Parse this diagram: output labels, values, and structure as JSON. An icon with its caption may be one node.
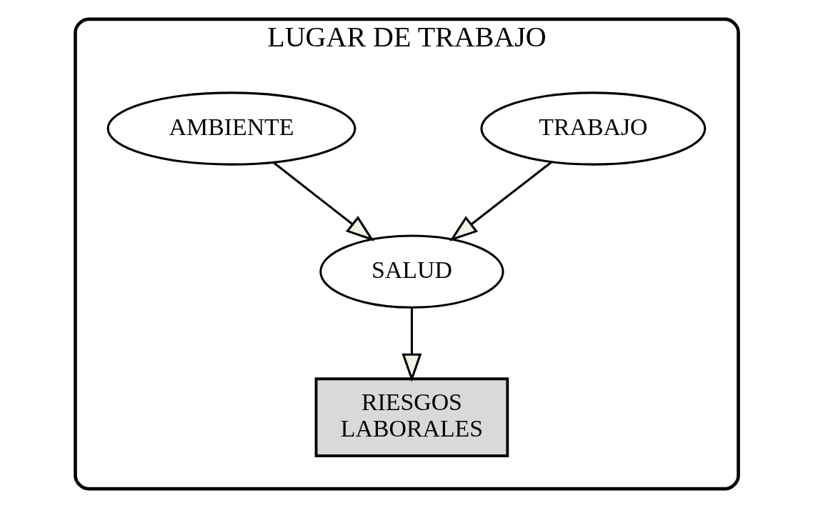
{
  "diagram": {
    "nodes": [
      {
        "text": [
          "LUGAR DE TRABAJO"
        ]
      },
      {
        "text": [
          "TRABAJO"
        ],
        "in": 0
      },
      {
        "text": [
          "AMBIENTE"
        ],
        "in": 0
      },
      {
        "text": [
          "SALUD"
        ],
        "in": 0
      },
      {
        "text": [
          "RIESGOS LABORALES"
        ],
        "in": 0
      }
    ],
    "edges": [
      {
        "from": 1,
        "to": 3,
        "arrow": "to"
      },
      {
        "from": 2,
        "to": 3,
        "arrow": "to"
      },
      {
        "from": 3,
        "to": 4,
        "arrow": "to"
      }
    ]
  }
}
